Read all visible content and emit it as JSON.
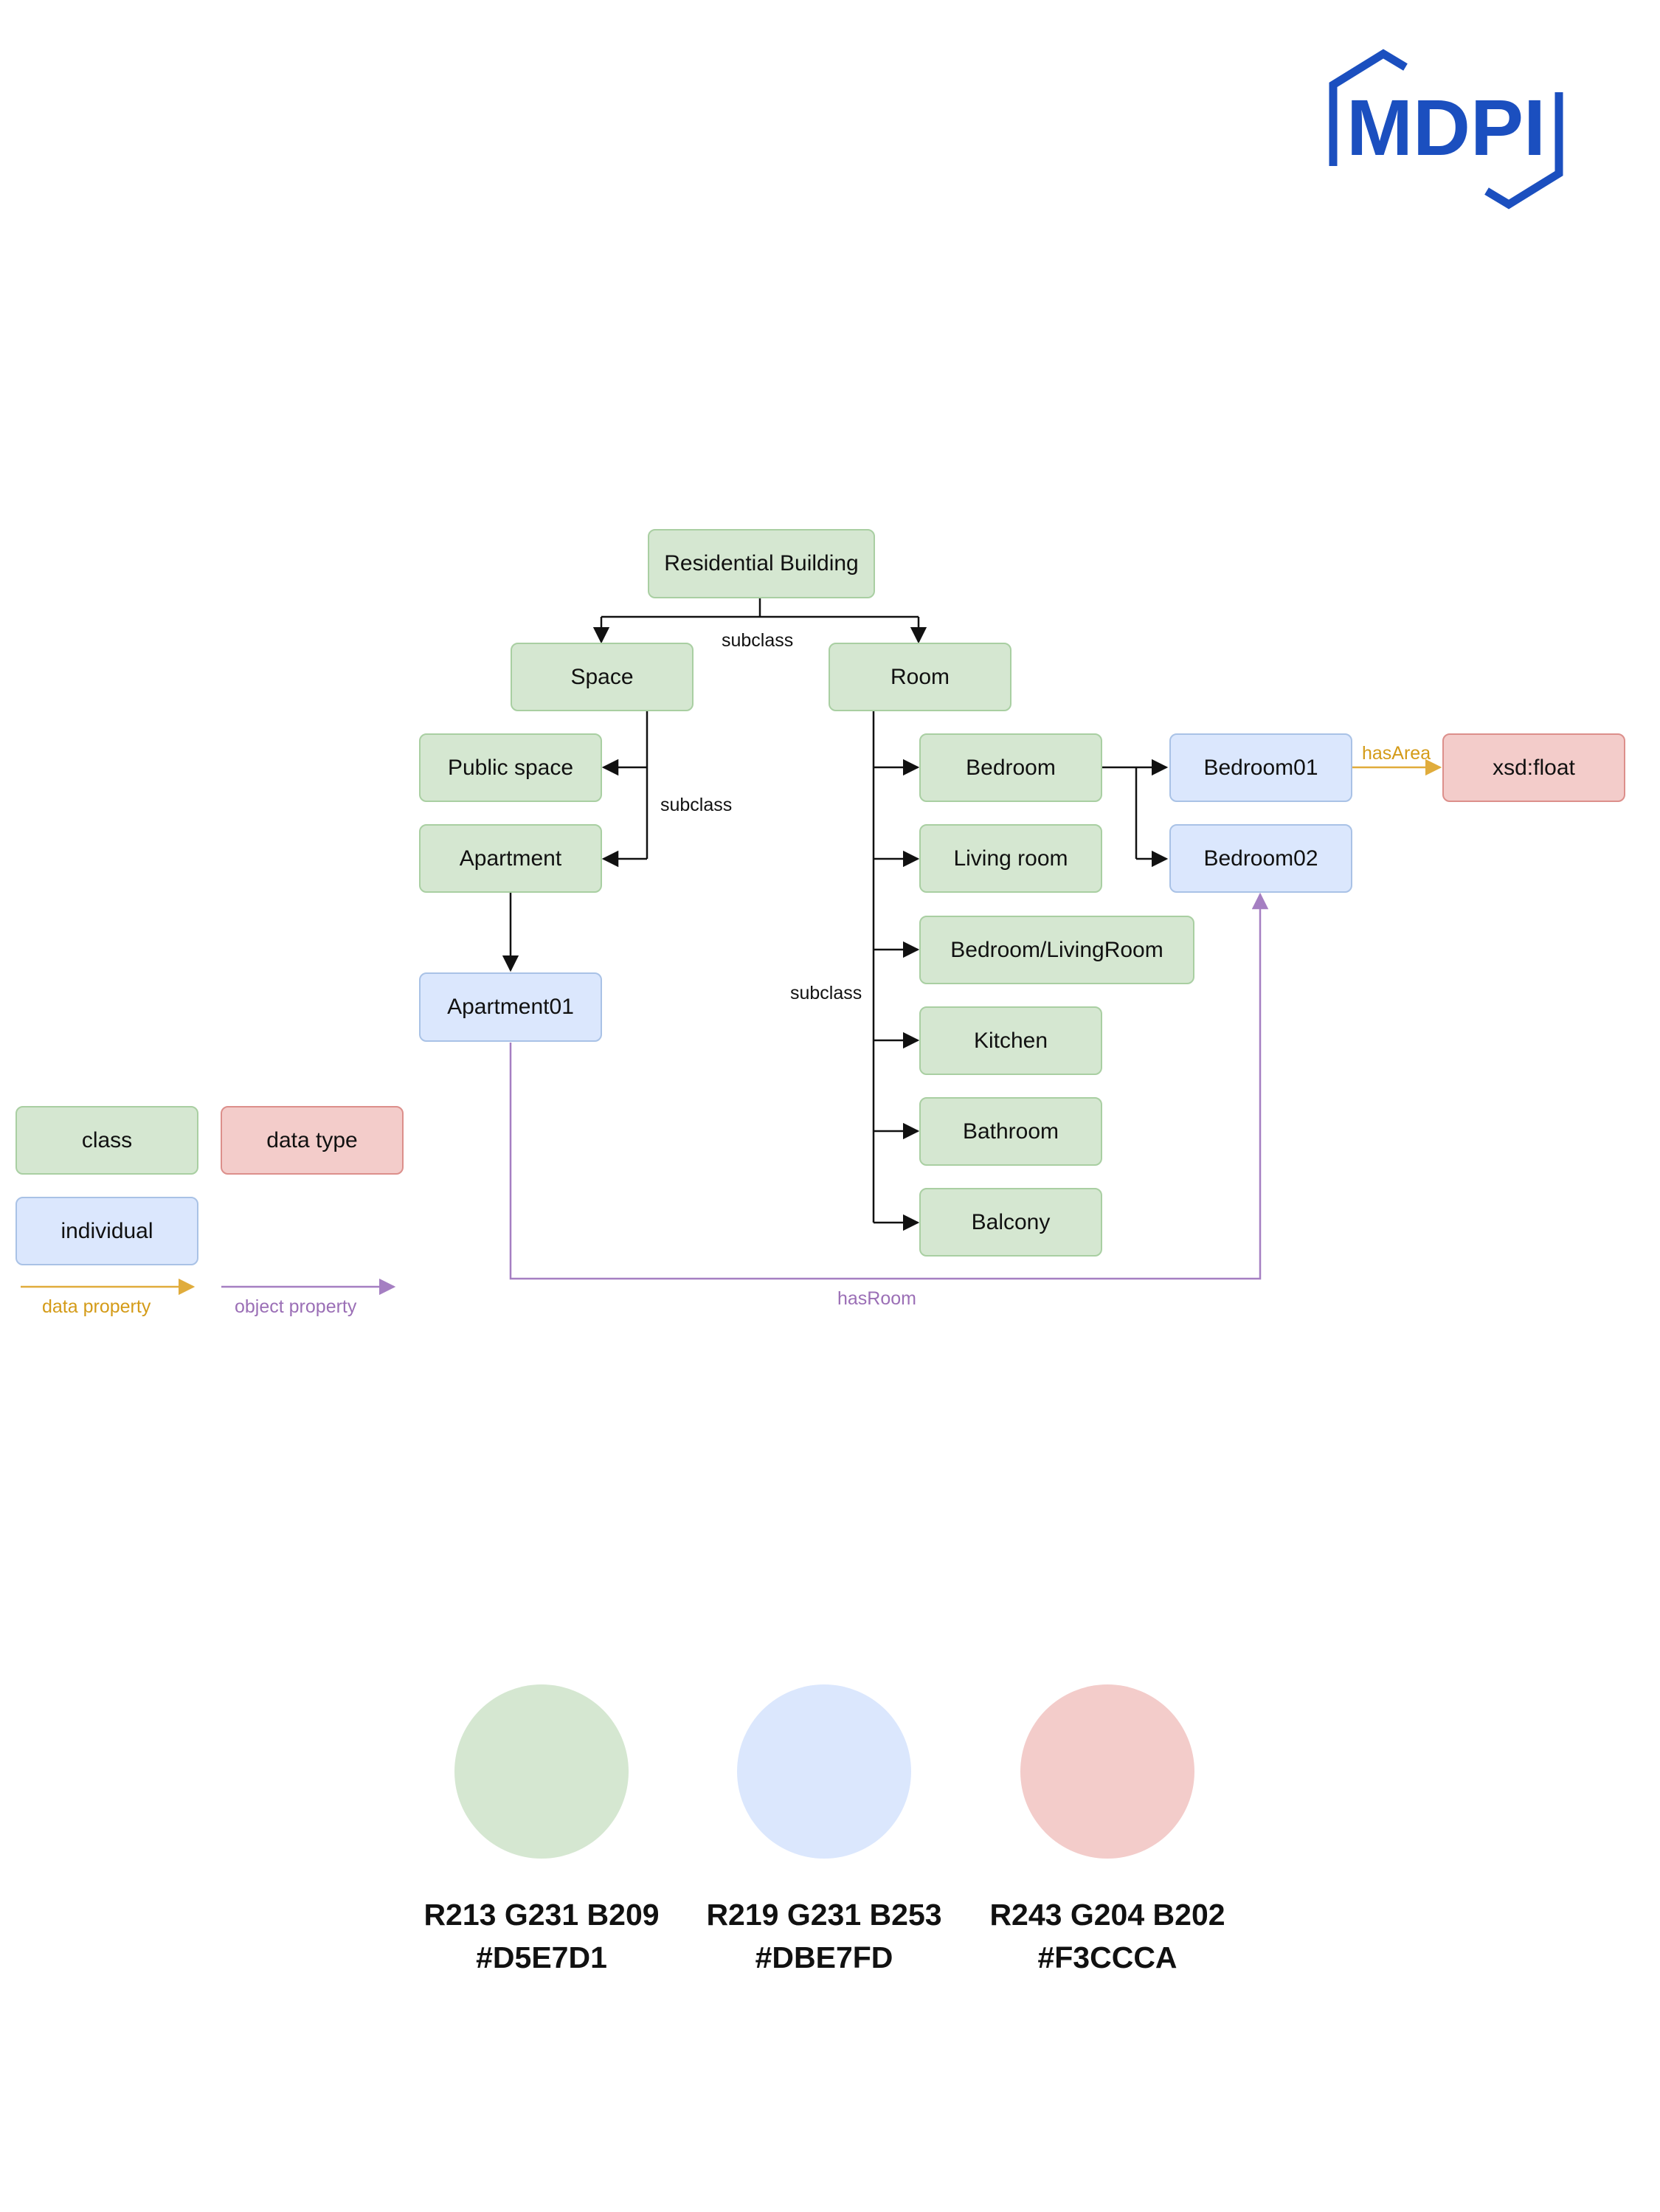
{
  "brand": {
    "logo_text": "MDPI",
    "logo_color": "#1b4fbf"
  },
  "diagram": {
    "nodes": {
      "residential_building": "Residential Building",
      "space": "Space",
      "room": "Room",
      "public_space": "Public space",
      "apartment": "Apartment",
      "apartment01": "Apartment01",
      "bedroom": "Bedroom",
      "living_room": "Living room",
      "bedroom_livingroom": "Bedroom/LivingRoom",
      "kitchen": "Kitchen",
      "bathroom": "Bathroom",
      "balcony": "Balcony",
      "bedroom01": "Bedroom01",
      "bedroom02": "Bedroom02",
      "xsd_float": "xsd:float"
    },
    "edge_labels": {
      "subclass_top": "subclass",
      "subclass_space": "subclass",
      "subclass_room": "subclass",
      "has_area": "hasArea",
      "has_room": "hasRoom"
    }
  },
  "legend": {
    "class": "class",
    "data_type": "data type",
    "individual": "individual",
    "data_property": "data property",
    "object_property": "object property"
  },
  "palette": [
    {
      "rgb": "R213 G231 B209",
      "hex": "#D5E7D1"
    },
    {
      "rgb": "R219 G231 B253",
      "hex": "#DBE7FD"
    },
    {
      "rgb": "R243 G204 B202",
      "hex": "#F3CCCA"
    }
  ]
}
